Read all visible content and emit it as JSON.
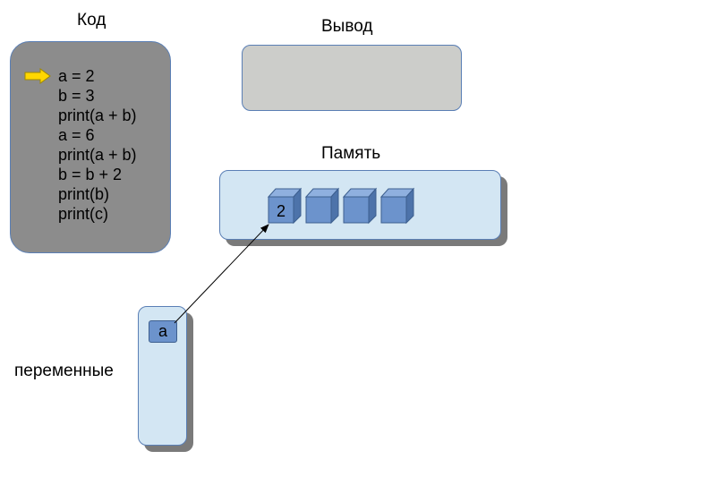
{
  "code": {
    "title": "Код",
    "lines": [
      "a = 2",
      "b = 3",
      "print(a + b)",
      "a = 6",
      "print(a + b)",
      "b = b + 2",
      "print(b)",
      "print(c)"
    ],
    "current_line": 1
  },
  "output": {
    "title": "Вывод"
  },
  "memory": {
    "title": "Память",
    "cells": [
      "2",
      "",
      "",
      ""
    ]
  },
  "variables": {
    "title": "переменные",
    "items": [
      {
        "name": "a",
        "points_to_cell": 1
      }
    ]
  },
  "colors": {
    "code_bg": "#8c8c8c",
    "output_bg": "#cccdca",
    "panel_bg": "#d3e6f3",
    "cube": "#6c93cc",
    "pointer": "#ffd700"
  }
}
